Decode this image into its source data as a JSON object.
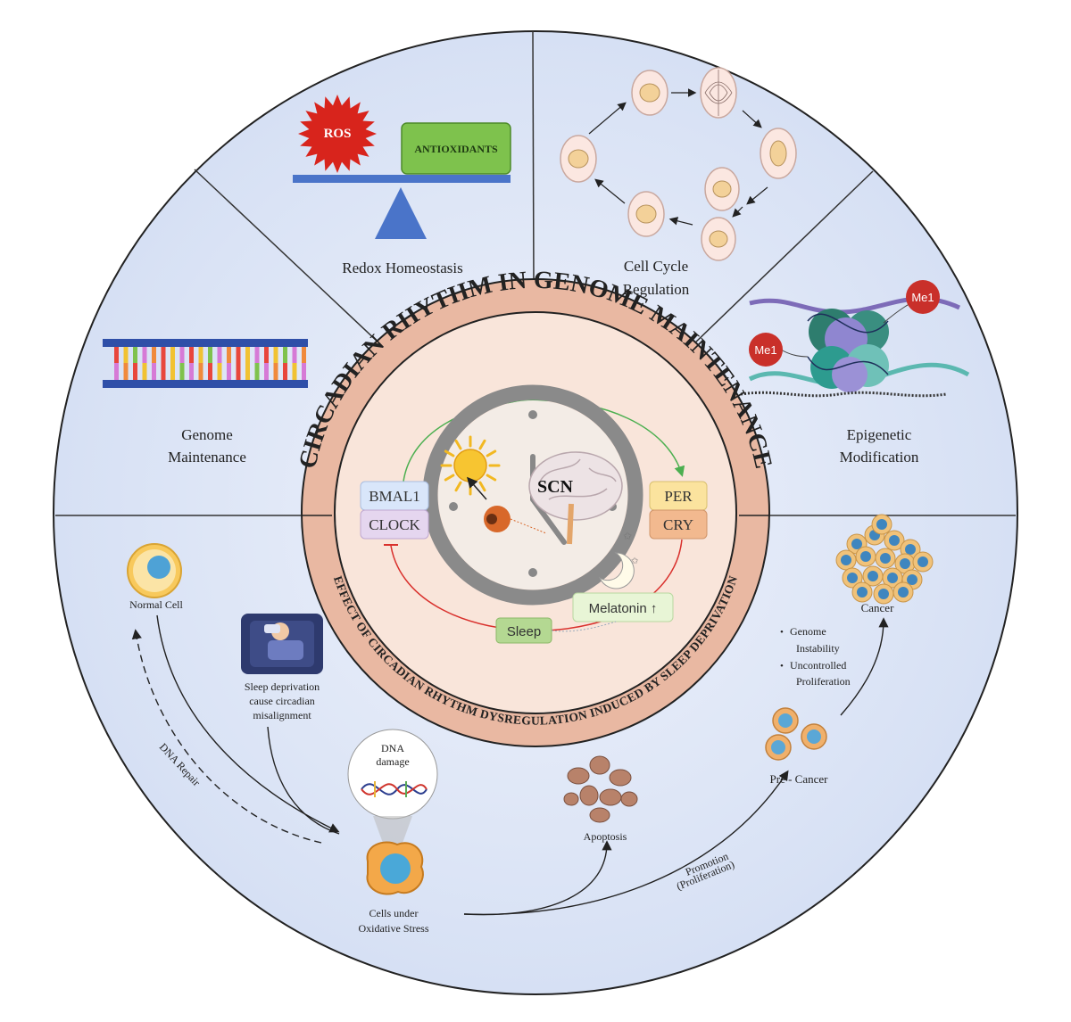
{
  "ring_titles": {
    "top": "CIRCADIAN RHYTHM IN GENOME MAINTENANCE",
    "bottom": "EFFECT OF CIRCADIAN RHYTHM DYSREGULATION INDUCED BY SLEEP DEPRIVATION"
  },
  "sectors": {
    "redox": {
      "title": "Redox Homeostasis",
      "ros": "ROS",
      "antioxidants": "ANTIOXIDANTS"
    },
    "cell_cycle": {
      "title_line1": "Cell Cycle",
      "title_line2": "Regulation"
    },
    "genome": {
      "title_line1": "Genome",
      "title_line2": "Maintenance"
    },
    "epigenetic": {
      "title_line1": "Epigenetic",
      "title_line2": "Modification",
      "mark": "Me1"
    }
  },
  "clock": {
    "bmal1": "BMAL1",
    "clock": "CLOCK",
    "per": "PER",
    "cry": "CRY",
    "scn": "SCN",
    "melatonin": "Melatonin ↑",
    "sleep": "Sleep"
  },
  "lower": {
    "normal_cell": "Normal Cell",
    "sleep_dep_line1": "Sleep deprivation",
    "sleep_dep_line2": "cause circadian",
    "sleep_dep_line3": "misalignment",
    "dna_line1": "DNA",
    "dna_line2": "damage",
    "dna_repair": "DNA Repair",
    "stress_line1": "Cells under",
    "stress_line2": "Oxidative Stress",
    "apoptosis": "Apoptosis",
    "promotion_line1": "Promotion",
    "promotion_line2": "(Proliferation)",
    "pre_cancer": "Pre - Cancer",
    "bullet1_line1": "Genome",
    "bullet1_line2": "Instability",
    "bullet2_line1": "Uncontrolled",
    "bullet2_line2": "Proliferation",
    "cancer": "Cancer"
  },
  "colors": {
    "outer_fill": "#dde6f7",
    "ring_fill": "#e9b8a2",
    "inner_fill": "#f9e5da",
    "ros": "#d8241c",
    "antioxidants": "#7ec24d",
    "balance": "#4a74c9",
    "bmal1": "#d9e6fa",
    "clock": "#e5d6ef",
    "per": "#fbe39e",
    "cry": "#f2b98f",
    "green_arrow": "#4caf50",
    "red_arrow": "#d9302c"
  }
}
